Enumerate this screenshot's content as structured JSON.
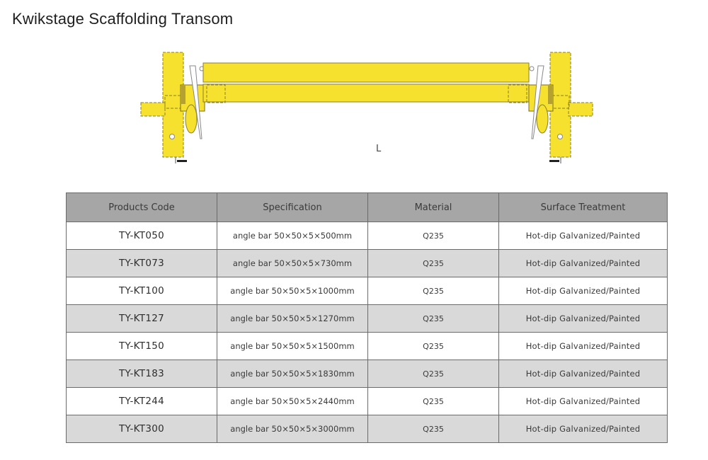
{
  "page": {
    "title": "Kwikstage Scaffolding Transom"
  },
  "diagram": {
    "dimension_label": "L",
    "colors": {
      "yellow": "#f5e12e",
      "outline": "#8a7f2a",
      "line": "#7a7a7a"
    }
  },
  "table": {
    "headers": [
      "Products Code",
      "Specification",
      "Material",
      "Surface Treatment"
    ],
    "rows": [
      {
        "code": "TY-KT050",
        "spec": "angle bar 50×50×5×500mm",
        "material": "Q235",
        "surface": "Hot-dip Galvanized/Painted"
      },
      {
        "code": "TY-KT073",
        "spec": "angle bar 50×50×5×730mm",
        "material": "Q235",
        "surface": "Hot-dip Galvanized/Painted"
      },
      {
        "code": "TY-KT100",
        "spec": "angle bar 50×50×5×1000mm",
        "material": "Q235",
        "surface": "Hot-dip Galvanized/Painted"
      },
      {
        "code": "TY-KT127",
        "spec": "angle bar 50×50×5×1270mm",
        "material": "Q235",
        "surface": "Hot-dip Galvanized/Painted"
      },
      {
        "code": "TY-KT150",
        "spec": "angle bar 50×50×5×1500mm",
        "material": "Q235",
        "surface": "Hot-dip Galvanized/Painted"
      },
      {
        "code": "TY-KT183",
        "spec": "angle bar 50×50×5×1830mm",
        "material": "Q235",
        "surface": "Hot-dip Galvanized/Painted"
      },
      {
        "code": "TY-KT244",
        "spec": "angle bar 50×50×5×2440mm",
        "material": "Q235",
        "surface": "Hot-dip Galvanized/Painted"
      },
      {
        "code": "TY-KT300",
        "spec": "angle bar 50×50×5×3000mm",
        "material": "Q235",
        "surface": "Hot-dip Galvanized/Painted"
      }
    ],
    "colors": {
      "header_bg": "#a6a6a6",
      "alt_row_bg": "#d9d9d9",
      "border": "#6a6a6a"
    }
  }
}
